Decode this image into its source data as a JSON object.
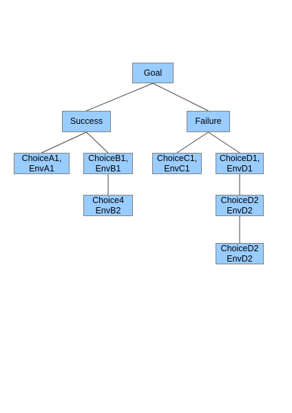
{
  "diagram": {
    "colors": {
      "node_fill": "#99ccff",
      "node_border": "#7f7f7f",
      "edge": "#404040"
    },
    "nodes": {
      "goal": {
        "lines": [
          "Goal"
        ]
      },
      "success": {
        "lines": [
          "Success"
        ]
      },
      "failure": {
        "lines": [
          "Failure"
        ]
      },
      "choice_a1": {
        "lines": [
          "ChoiceA1,",
          "EnvA1"
        ]
      },
      "choice_b1": {
        "lines": [
          "ChoiceB1,",
          "EnvB1"
        ]
      },
      "choice_c1": {
        "lines": [
          "ChoiceC1,",
          "EnvC1"
        ]
      },
      "choice_d1": {
        "lines": [
          "ChoiceD1,",
          "EnvD1"
        ]
      },
      "choice4": {
        "lines": [
          "Choice4",
          "EnvB2"
        ]
      },
      "choice_d2a": {
        "lines": [
          "ChoiceD2",
          "EnvD2"
        ]
      },
      "choice_d2b": {
        "lines": [
          "ChoiceD2",
          "EnvD2"
        ]
      }
    },
    "edges": [
      [
        "goal",
        "success"
      ],
      [
        "goal",
        "failure"
      ],
      [
        "success",
        "choice_a1"
      ],
      [
        "success",
        "choice_b1"
      ],
      [
        "failure",
        "choice_c1"
      ],
      [
        "failure",
        "choice_d1"
      ],
      [
        "choice_b1",
        "choice4"
      ],
      [
        "choice_d1",
        "choice_d2a"
      ],
      [
        "choice_d2a",
        "choice_d2b"
      ]
    ]
  }
}
